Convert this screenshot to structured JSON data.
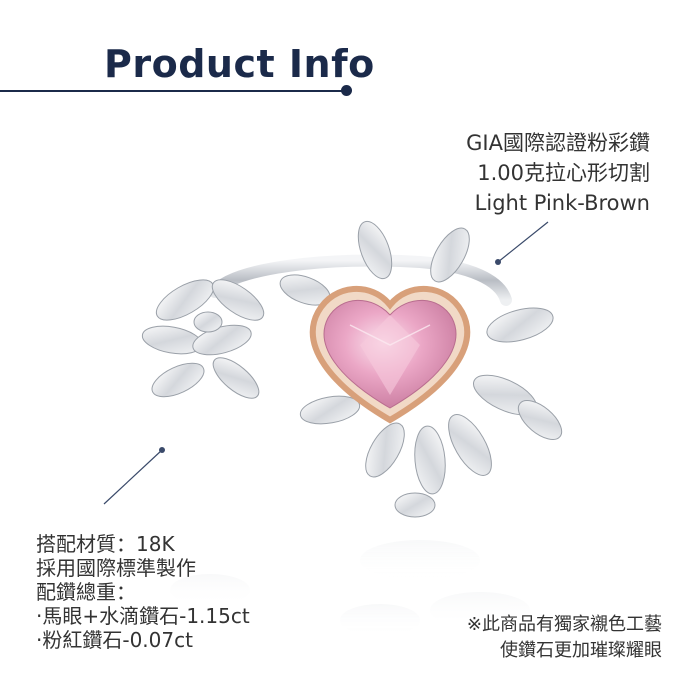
{
  "header": {
    "title": "Product Info"
  },
  "gem_spec": {
    "line1": "GIA國際認證粉彩鑽",
    "line2": "1.00克拉心形切割",
    "line3": "Light Pink-Brown"
  },
  "material_spec": {
    "line1": "搭配材質：18K",
    "line2": "採用國際標準製作",
    "line3": "配鑽總重：",
    "line4": "·馬眼+水滴鑽石-1.15ct",
    "line5": "·粉紅鑽石-0.07ct"
  },
  "note": {
    "line1": "※此商品有獨家襯色工藝",
    "line2": "使鑽石更加璀璨耀眼"
  },
  "colors": {
    "title_navy": "#1b2a4a",
    "pink_diamond": "#e7a0c2",
    "rose_gold": "#d8a07a",
    "white_gold": "#c9ccd2"
  }
}
